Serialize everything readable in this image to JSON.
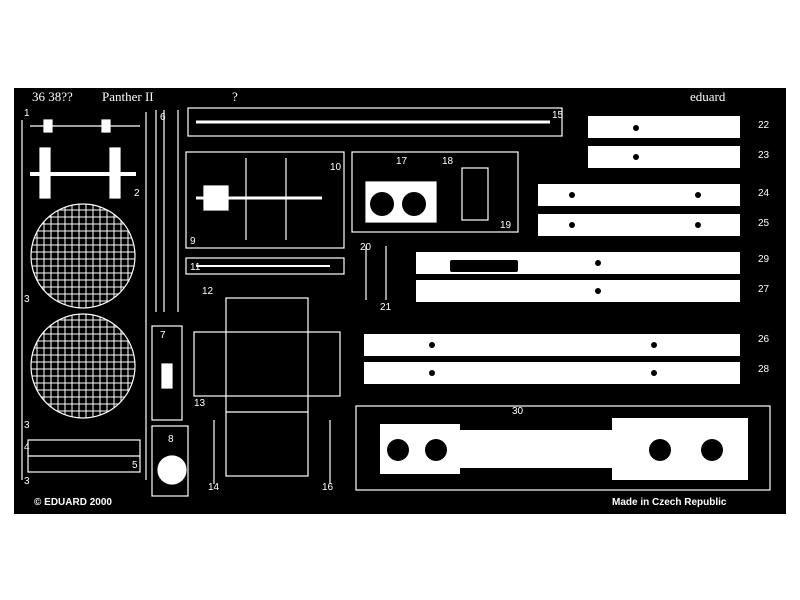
{
  "sheet": {
    "header_code": "36 38??",
    "header_title": "Panther II",
    "header_subtitle": "?",
    "brand": "eduard",
    "copyright": "© EDUARD 2000",
    "made_in": "Made in Czech Republic"
  },
  "part_numbers": {
    "p1": "1",
    "p2": "2",
    "p3a": "3",
    "p3b": "3",
    "p3c": "3",
    "p4": "4",
    "p5": "5",
    "p6": "6",
    "p7": "7",
    "p8": "8",
    "p9": "9",
    "p10": "10",
    "p11": "11",
    "p12": "12",
    "p13": "13",
    "p14": "14",
    "p15": "15",
    "p16": "16",
    "p17": "17",
    "p18": "18",
    "p19": "19",
    "p20": "20",
    "p21": "21",
    "p22": "22",
    "p23": "23",
    "p24": "24",
    "p25": "25",
    "p26": "26",
    "p27": "27",
    "p28": "28",
    "p29": "29",
    "p30": "30"
  }
}
